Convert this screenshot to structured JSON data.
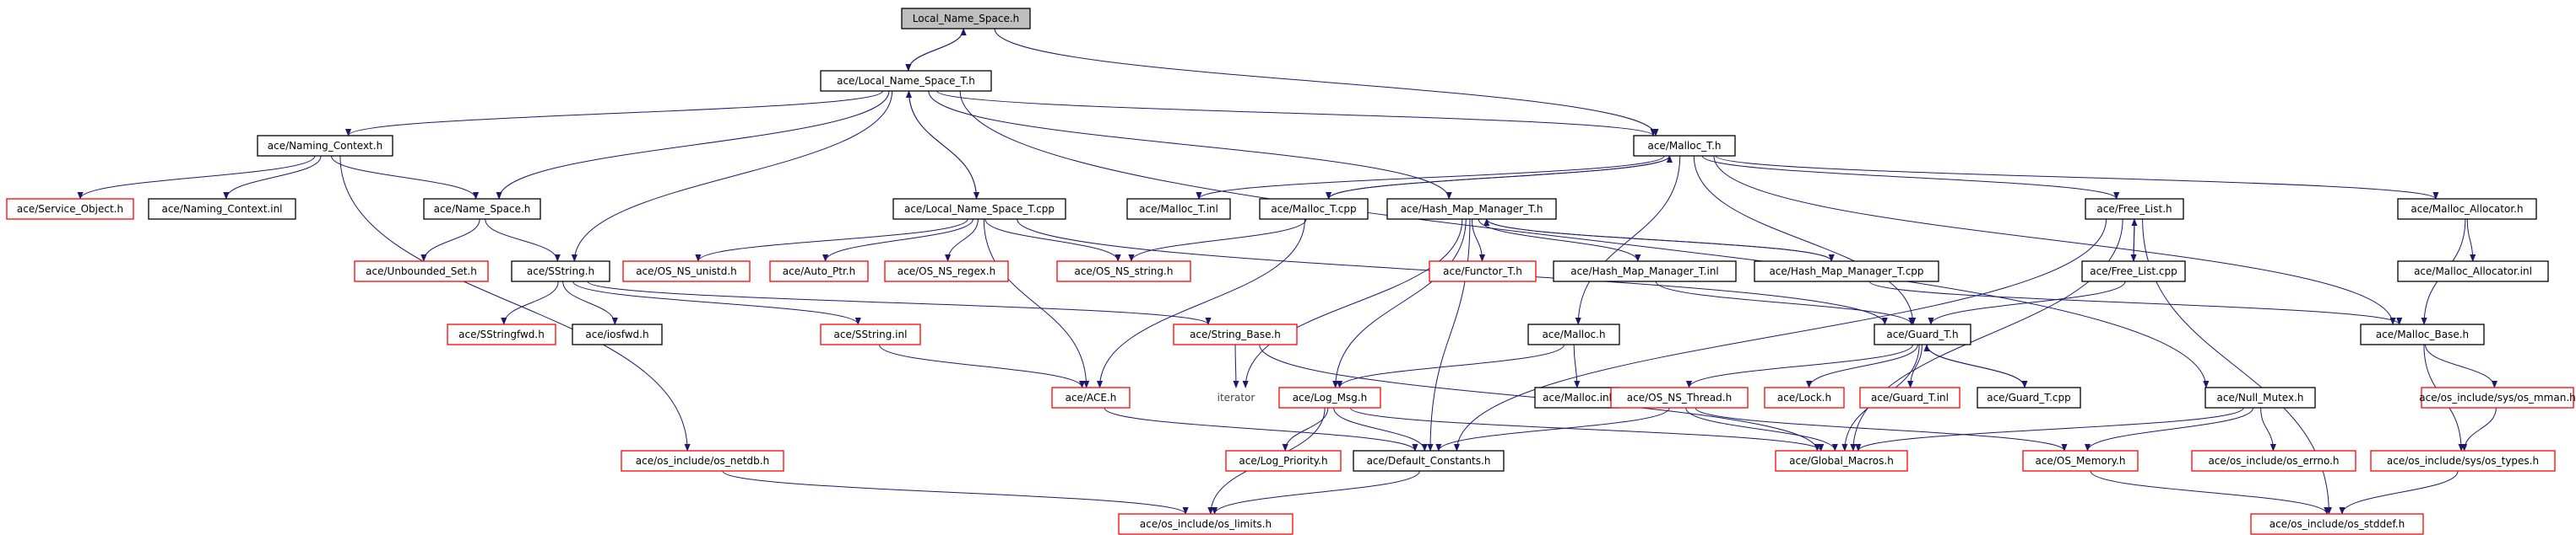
{
  "colors": {
    "edge": "#191970",
    "black_border": "#000000",
    "red_border": "#ff0000",
    "root_fill": "#bfbfbf"
  },
  "nodes": {
    "local_name_space_h": "Local_Name_Space.h",
    "local_name_space_t_h": "ace/Local_Name_Space_T.h",
    "naming_context_h": "ace/Naming_Context.h",
    "malloc_t_h": "ace/Malloc_T.h",
    "service_object_h": "ace/Service_Object.h",
    "naming_context_inl": "ace/Naming_Context.inl",
    "name_space_h": "ace/Name_Space.h",
    "local_name_space_t_cpp": "ace/Local_Name_Space_T.cpp",
    "malloc_t_inl": "ace/Malloc_T.inl",
    "malloc_t_cpp": "ace/Malloc_T.cpp",
    "hash_map_manager_t_h": "ace/Hash_Map_Manager_T.h",
    "free_list_h": "ace/Free_List.h",
    "malloc_allocator_h": "ace/Malloc_Allocator.h",
    "unbounded_set_h": "ace/Unbounded_Set.h",
    "sstring_h": "ace/SString.h",
    "os_ns_unistd_h": "ace/OS_NS_unistd.h",
    "auto_ptr_h": "ace/Auto_Ptr.h",
    "os_ns_regex_h": "ace/OS_NS_regex.h",
    "os_ns_string_h": "ace/OS_NS_string.h",
    "functor_t_h": "ace/Functor_T.h",
    "hash_map_manager_t_inl": "ace/Hash_Map_Manager_T.inl",
    "hash_map_manager_t_cpp": "ace/Hash_Map_Manager_T.cpp",
    "free_list_cpp": "ace/Free_List.cpp",
    "malloc_allocator_inl": "ace/Malloc_Allocator.inl",
    "sstringfwd_h": "ace/SStringfwd.h",
    "iosfwd_h": "ace/iosfwd.h",
    "sstring_inl": "ace/SString.inl",
    "string_base_h": "ace/String_Base.h",
    "malloc_h": "ace/Malloc.h",
    "guard_t_h": "ace/Guard_T.h",
    "malloc_base_h": "ace/Malloc_Base.h",
    "ace_h": "ace/ACE.h",
    "iterator": "iterator",
    "log_msg_h": "ace/Log_Msg.h",
    "malloc_inl": "ace/Malloc.inl",
    "os_ns_thread_h": "ace/OS_NS_Thread.h",
    "lock_h": "ace/Lock.h",
    "guard_t_inl": "ace/Guard_T.inl",
    "guard_t_cpp": "ace/Guard_T.cpp",
    "null_mutex_h": "ace/Null_Mutex.h",
    "sys_os_mman_h": "ace/os_include/sys/os_mman.h",
    "os_netdb_h": "ace/os_include/os_netdb.h",
    "log_priority_h": "ace/Log_Priority.h",
    "default_constants_h": "ace/Default_Constants.h",
    "global_macros_h": "ace/Global_Macros.h",
    "os_memory_h": "ace/OS_Memory.h",
    "os_errno_h": "ace/os_include/os_errno.h",
    "sys_os_types_h": "ace/os_include/sys/os_types.h",
    "os_limits_h": "ace/os_include/os_limits.h",
    "os_stddef_h": "ace/os_include/os_stddef.h"
  }
}
